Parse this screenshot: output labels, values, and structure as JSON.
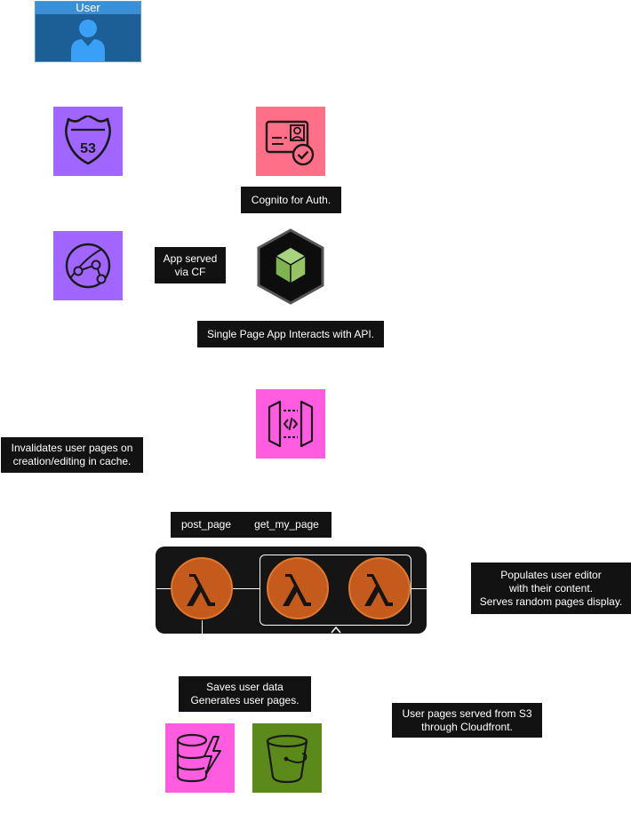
{
  "user": {
    "title": "User",
    "icon": "user-icon"
  },
  "colors": {
    "route53": "#a166ff",
    "cognito": "#ff6f88",
    "cloudfront": "#a166ff",
    "api_gateway": "#ff5ce0",
    "dynamodb": "#ff5ce0",
    "s3": "#5b8a1a",
    "lambda": "#c55a1d",
    "label_bg": "#121212"
  },
  "icons": {
    "route53": "route53-icon",
    "cognito": "cognito-icon",
    "cloudfront": "cloudfront-icon",
    "spa": "spa-cube-icon",
    "api_gateway": "api-gateway-icon",
    "dynamodb": "dynamodb-icon",
    "s3": "s3-bucket-icon",
    "lambda": "lambda-icon"
  },
  "route53_text": "53",
  "labels": {
    "cognito": "Cognito for Auth.",
    "app_served": [
      "App served",
      "via CF"
    ],
    "spa": "Single Page App Interacts with API.",
    "invalidates": [
      "Invalidates user pages on",
      "creation/editing in cache."
    ],
    "post_page": "post_page",
    "get_my_page": "get_my_page",
    "populates": [
      "Populates user editor",
      "with their content.",
      "Serves random pages display."
    ],
    "saves": [
      "Saves user data",
      "Generates user pages."
    ],
    "s3_served": [
      "User pages served from S3",
      "through Cloudfront."
    ]
  }
}
